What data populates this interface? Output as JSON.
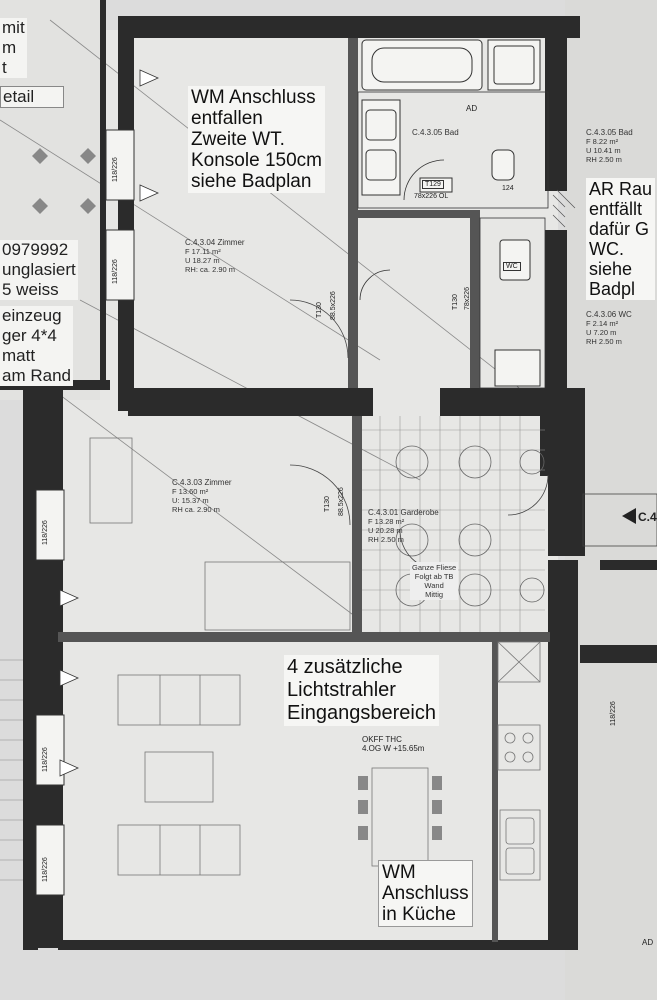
{
  "rooms": {
    "zimmer_top": {
      "name": "C.4.3.04 Zimmer",
      "f": "F        17.11 m²",
      "u": "U        18.27 m",
      "rh": "RH:    ca. 2.90 m"
    },
    "zimmer_mid": {
      "name": "C.4.3.03 Zimmer",
      "f": "F        13.60 m²",
      "u": "U:       15.37 m",
      "rh": "RH     ca. 2.90 m"
    },
    "garderobe": {
      "name": "C.4.3.01 Garderobe",
      "f": "F        13.28 m²",
      "u": "U        20.28 m",
      "rh": "RH      2.50 m"
    },
    "bad": {
      "name": "C.4.3.05 Bad"
    },
    "bad_right": {
      "name": "C.4.3.05 Bad",
      "f": "F      8.22 m²",
      "u": "U      10.41 m",
      "rh": "RH     2.50 m"
    },
    "wc_right": {
      "name": "C.4.3.06 WC",
      "f": "F      2.14 m²",
      "u": "U      7.20 m",
      "rh": "RH     2.50 m"
    }
  },
  "notes": {
    "wm_top": [
      "WM Anschluss",
      "entfallen",
      "Zweite WT.",
      "Konsole 150cm",
      "siehe Badplan"
    ],
    "ar_raum": [
      "AR Rau",
      "entfällt",
      "dafür G",
      "WC.",
      "siehe",
      "Badpl"
    ],
    "lichtstrahler": [
      "4 zusätzliche",
      "Lichtstrahler",
      "Eingangsbereich"
    ],
    "wm_kueche": [
      "WM",
      "Anschluss",
      "in Küche"
    ],
    "fliese": [
      "Ganze Fliese",
      "Folgt ab TB",
      "Wand",
      "Mittig"
    ]
  },
  "left_notes": {
    "block1": [
      "mit",
      "m",
      "t"
    ],
    "detail": "etail",
    "block2": [
      "0979992",
      "unglasiert",
      "5 weiss"
    ],
    "block3": [
      "einzeug",
      "ger 4*4",
      "matt",
      "am Rand"
    ]
  },
  "tags": {
    "door_t129": "T129",
    "door_t129_size": "78x226 OL",
    "door_t130": "T130",
    "door_t130_size": "88.5x226",
    "door_t131": "T130",
    "door_t131_size": "88.5x226",
    "door_t132": "T130",
    "door_t132_size": "78x226",
    "okff": "OKFF THC",
    "okff2": "4.OG W  +15.65m",
    "wc": "WC",
    "ad": "AD",
    "ad_bottom": "AD",
    "c4_marker": "C.4",
    "bad_dim": "124",
    "window1": "118/226",
    "window2": "118/226",
    "window3": "118/226",
    "window4": "118/226",
    "window5": "118/226",
    "window6": "118/226"
  }
}
